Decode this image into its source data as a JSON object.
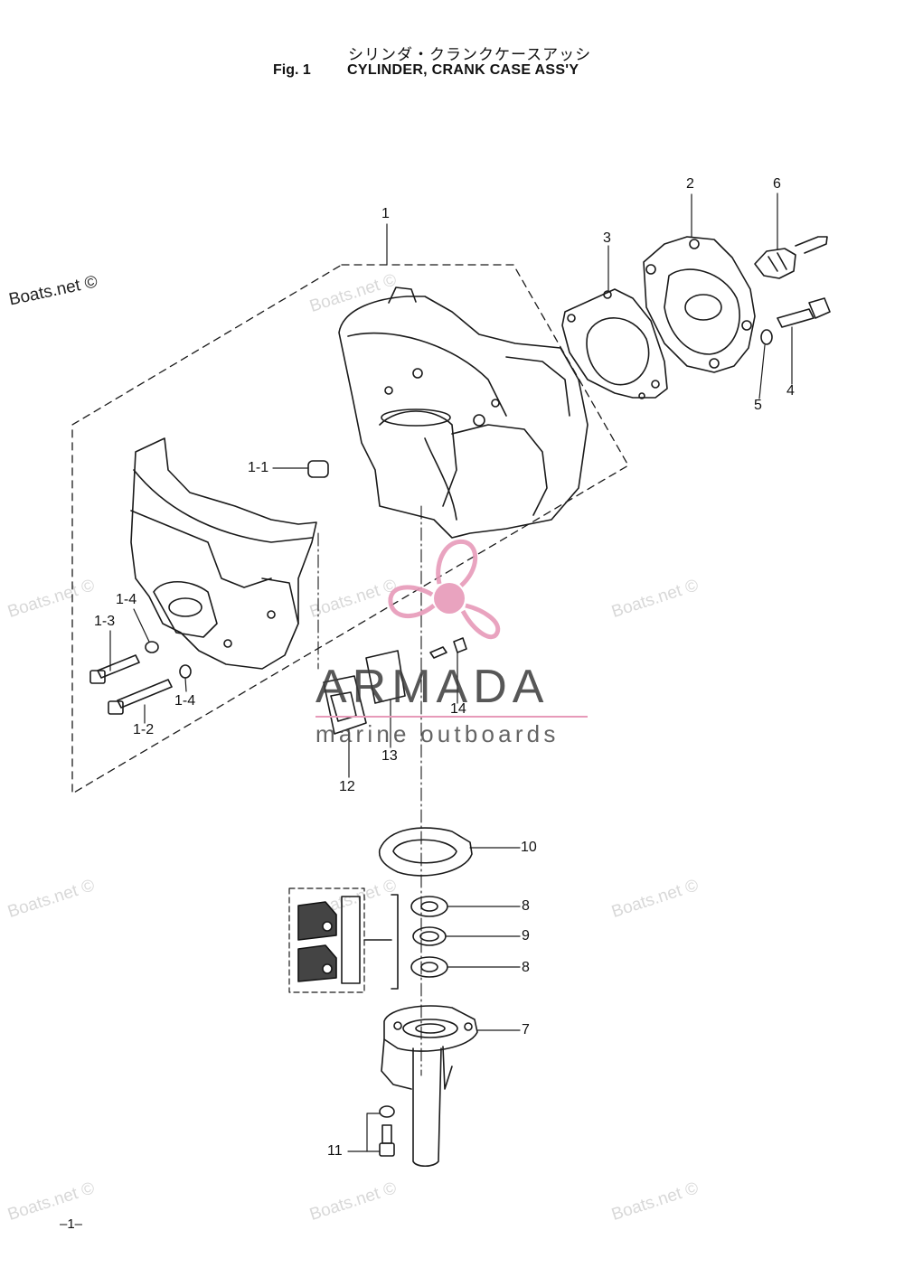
{
  "header": {
    "title_jp": "シリンダ・クランクケースアッシ",
    "fig_no": "Fig. 1",
    "title_en": "CYLINDER, CRANK CASE ASS'Y"
  },
  "page_number": "–1–",
  "watermark": {
    "text": "Boats.net ©"
  },
  "logo": {
    "name": "ARMADA",
    "tagline": "marine outboards",
    "accent_color": "#e79ab9"
  },
  "parts": {
    "p1": "1",
    "p1_1": "1-1",
    "p1_2": "1-2",
    "p1_3": "1-3",
    "p1_4a": "1-4",
    "p1_4b": "1-4",
    "p2": "2",
    "p3": "3",
    "p4": "4",
    "p5": "5",
    "p6": "6",
    "p7": "7",
    "p8a": "8",
    "p8b": "8",
    "p9": "9",
    "p10": "10",
    "p11": "11",
    "p12": "12",
    "p13": "13",
    "p14": "14"
  }
}
